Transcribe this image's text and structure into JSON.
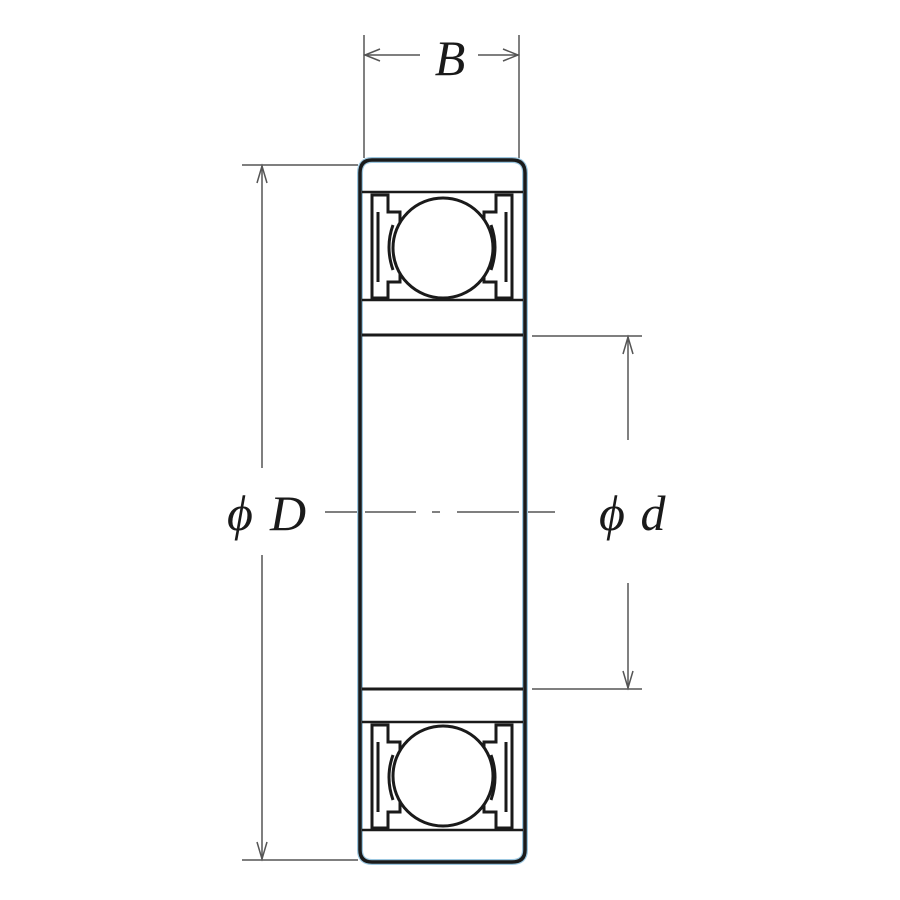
{
  "diagram": {
    "type": "deep groove ball bearing cross-section (sealed)",
    "labels": {
      "width": "B",
      "outer_diameter_symbol": "ϕ",
      "outer_diameter": "D",
      "inner_diameter_symbol": "ϕ",
      "inner_diameter": "d"
    },
    "colors": {
      "line": "#1a1a1a",
      "dimension_line": "#555555",
      "fill": "#ffffff",
      "edge_tint": "#9cc7e0"
    }
  }
}
